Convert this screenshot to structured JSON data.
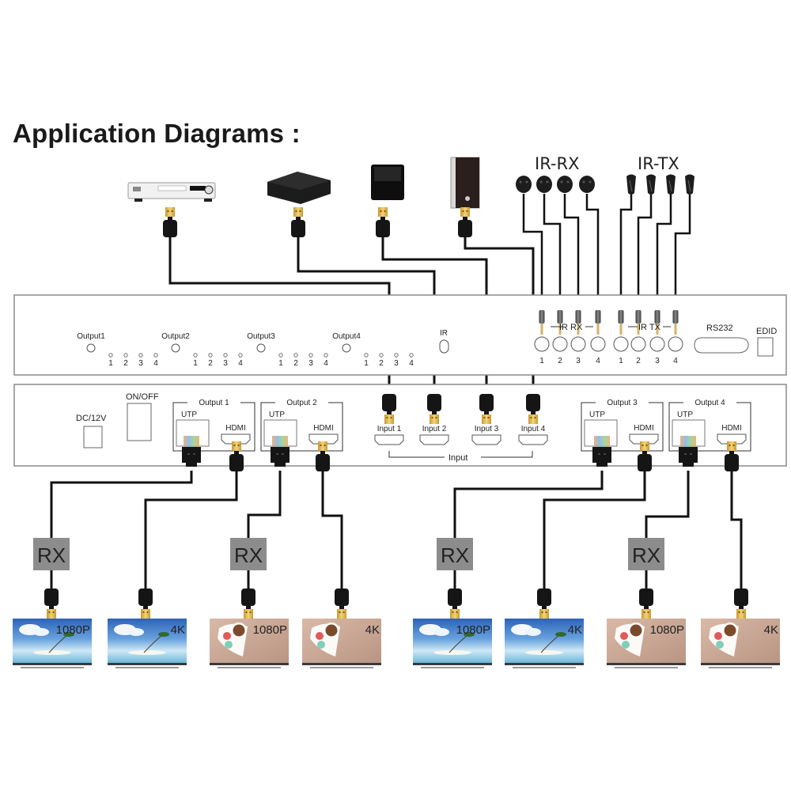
{
  "title": "Application Diagrams :",
  "sources": [
    {
      "name": "dvd-player",
      "label": "DVD Player"
    },
    {
      "name": "set-top-box",
      "label": "Set-top Box"
    },
    {
      "name": "game-console",
      "label": "Game Console"
    },
    {
      "name": "pc-tower",
      "label": "PC"
    }
  ],
  "ir_groups": {
    "rx_label": "IR-RX",
    "tx_label": "IR-TX"
  },
  "front_panel": {
    "outputs": [
      "Output1",
      "Output2",
      "Output3",
      "Output4"
    ],
    "led_numbers": [
      "1",
      "2",
      "3",
      "4"
    ],
    "ir_label": "IR",
    "ir_rx_label": "IR RX",
    "ir_tx_label": "IR TX",
    "port_numbers": [
      "1",
      "2",
      "3",
      "4"
    ],
    "rs232_label": "RS232",
    "edid_label": "EDID"
  },
  "rear_panel": {
    "dc_label": "DC/12V",
    "power_label": "ON/OFF",
    "output_groups": [
      {
        "label": "Output 1",
        "utp": "UTP",
        "hdmi": "HDMI"
      },
      {
        "label": "Output 2",
        "utp": "UTP",
        "hdmi": "HDMI"
      },
      {
        "label": "Output 3",
        "utp": "UTP",
        "hdmi": "HDMI"
      },
      {
        "label": "Output 4",
        "utp": "UTP",
        "hdmi": "HDMI"
      }
    ],
    "inputs": [
      "Input 1",
      "Input 2",
      "Input 3",
      "Input 4"
    ],
    "input_group_label": "Input"
  },
  "receivers": [
    "RX",
    "RX",
    "RX",
    "RX"
  ],
  "displays": [
    {
      "resolution": "1080P",
      "scene": "beach"
    },
    {
      "resolution": "4K",
      "scene": "beach"
    },
    {
      "resolution": "1080P",
      "scene": "coffee"
    },
    {
      "resolution": "4K",
      "scene": "coffee"
    },
    {
      "resolution": "1080P",
      "scene": "beach"
    },
    {
      "resolution": "4K",
      "scene": "beach"
    },
    {
      "resolution": "1080P",
      "scene": "coffee"
    },
    {
      "resolution": "4K",
      "scene": "coffee"
    }
  ],
  "colors": {
    "panel_border": "#8a8a8a",
    "cable": "#111111",
    "rx_box": "#8c8c8c",
    "connector_gold": "#e8c36a"
  }
}
